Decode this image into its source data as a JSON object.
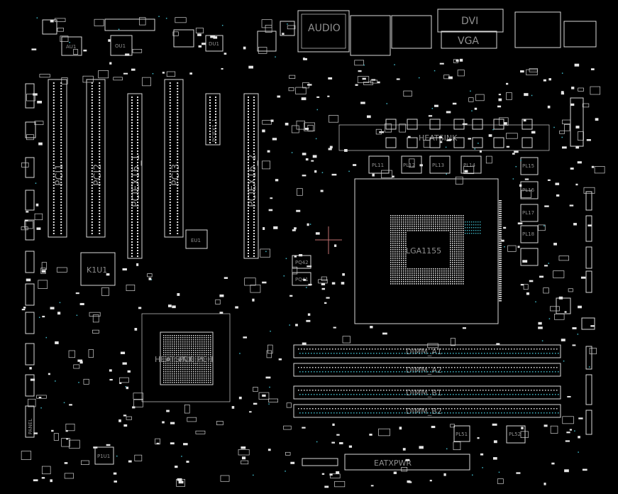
{
  "board": {
    "background": "#000000",
    "outline_color": "#d8d8d8",
    "label_color": "#8f8f8f",
    "via_color": "#3fb7c7",
    "cursor_color": "#c07070"
  },
  "labels": {
    "audio": "AUDIO",
    "dvi": "DVI",
    "vga": "VGA",
    "au1": "AU1",
    "ou1": "OU1",
    "du1": "DU1",
    "heatsink": "HEATSINK",
    "pci1": "PCI1",
    "pci2": "PCI2",
    "pciex16_1": "PCIEX16_1",
    "pci3": "PCI3",
    "pciex1_1": "PCIEX1_1",
    "pciex16_2": "PCIEX16_2",
    "k1u1": "K1U1",
    "eu1": "EU1",
    "socket": "LGA1155",
    "heatsink_pch": "HEATSINK_PCH",
    "pch": "PCH",
    "dimm_a1": "DIMM_A1",
    "dimm_a2": "DIMM_A2",
    "dimm_b1": "DIMM_B1",
    "dimm_b2": "DIMM_B2",
    "eatxpwr": "EATXPWR",
    "panel": "PANEL",
    "p1u1": "P1U1",
    "pl11": "PL11",
    "pl12": "PL12",
    "pl13": "PL13",
    "pl14": "PL14",
    "pl15": "PL15",
    "pl16": "PL16",
    "pl17": "PL17",
    "pl18": "PL18",
    "pl51": "PL51",
    "pl52": "PL52",
    "pq42": "PQ42",
    "pq41": "PQ41"
  }
}
